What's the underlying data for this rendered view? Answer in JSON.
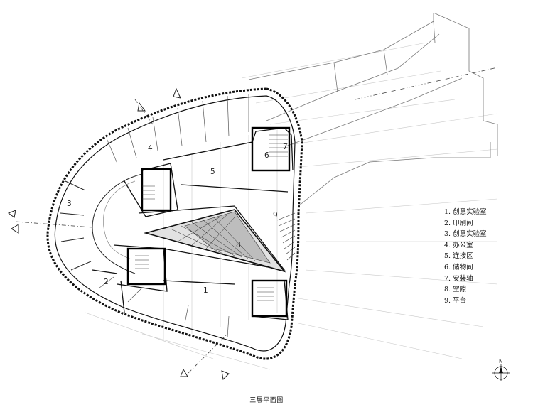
{
  "title": "三层平面图",
  "legend": [
    "1. 创意实验室",
    "2. 印刷间",
    "3. 创意实验室",
    "4. 办公室",
    "5. 连接区",
    "6. 储物间",
    "7. 安装轴",
    "8. 空隙",
    "9. 平台"
  ],
  "rooms": [
    "1",
    "2",
    "3",
    "4",
    "5",
    "6",
    "7",
    "8",
    "9"
  ],
  "north_label": "N"
}
